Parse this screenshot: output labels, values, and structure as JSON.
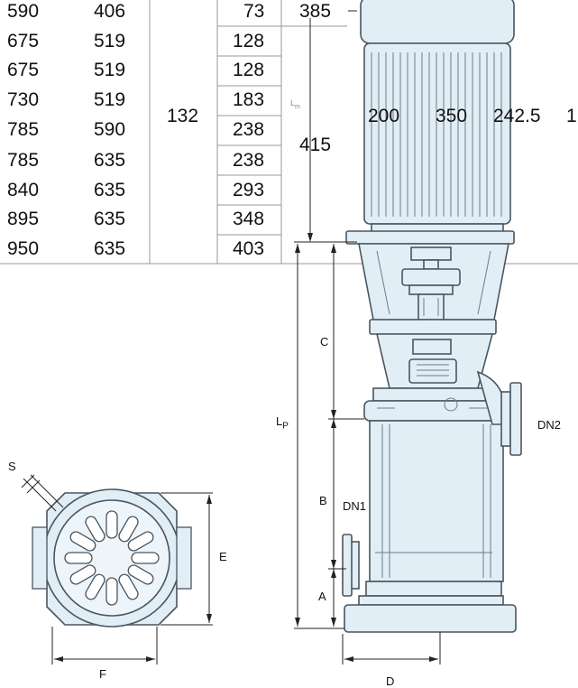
{
  "table": {
    "col1": [
      "590",
      "675",
      "675",
      "730",
      "785",
      "785",
      "840",
      "895",
      "950"
    ],
    "col2": [
      "406",
      "519",
      "519",
      "519",
      "590",
      "635",
      "635",
      "635",
      "635"
    ],
    "col3_merged": "132",
    "col4": [
      "73",
      "128",
      "128",
      "183",
      "238",
      "238",
      "293",
      "348",
      "403"
    ],
    "col5_top": "385",
    "col5_merged": "415",
    "col6": "200",
    "col7": "350",
    "col8": "242.5",
    "col9": "1"
  },
  "labels": {
    "Lm_L": "L",
    "Lm_sub": "m",
    "C": "C",
    "LP_L": "L",
    "LP_sub": "P",
    "B": "B",
    "A": "A",
    "D": "D",
    "E": "E",
    "F": "F",
    "S": "S",
    "DN1": "DN1",
    "DN2": "DN2"
  }
}
